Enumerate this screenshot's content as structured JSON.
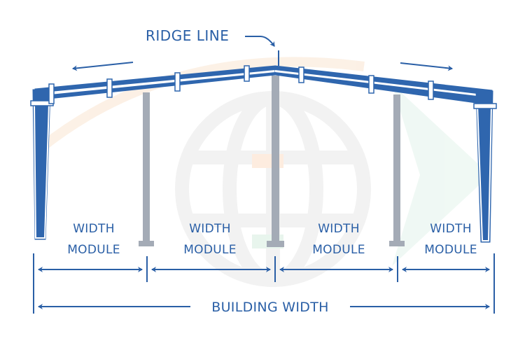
{
  "diagram": {
    "title_label": "RIDGE LINE",
    "colors": {
      "frame_blue": "#2f66ae",
      "text_blue": "#2a5fa6",
      "column_gray": "#a4abb6",
      "watermark_gray": "#f0f0f0",
      "watermark_orange": "#fbe3cf",
      "watermark_green": "#e4f3ec"
    },
    "modules": [
      {
        "line1": "WIDTH",
        "line2": "MODULE"
      },
      {
        "line1": "WIDTH",
        "line2": "MODULE"
      },
      {
        "line1": "WIDTH",
        "line2": "MODULE"
      },
      {
        "line1": "WIDTH",
        "line2": "MODULE"
      }
    ],
    "building_width_label": "BUILDING WIDTH",
    "icons": {
      "left_arrow": "arrow-left-icon",
      "right_arrow": "arrow-right-icon",
      "ridge_pointer": "curved-arrow-icon",
      "watermark": "globe-icon"
    }
  }
}
